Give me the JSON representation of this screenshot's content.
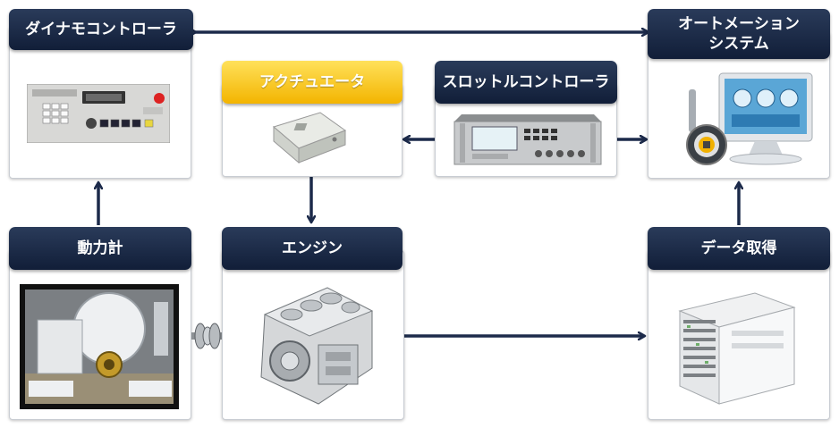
{
  "nodes": {
    "dyno_controller": {
      "label": "ダイナモコントローラ"
    },
    "automation_system": {
      "label_line1": "オートメーション",
      "label_line2": "システム"
    },
    "actuator": {
      "label": "アクチュエータ"
    },
    "throttle_controller": {
      "label": "スロットルコントローラ"
    },
    "dynamometer": {
      "label": "動力計"
    },
    "engine": {
      "label": "エンジン"
    },
    "data_acquisition": {
      "label": "データ取得"
    }
  },
  "colors": {
    "header_dark": "#1a2744",
    "header_gold": "#f5be00",
    "arrow": "#1c2a4a"
  }
}
